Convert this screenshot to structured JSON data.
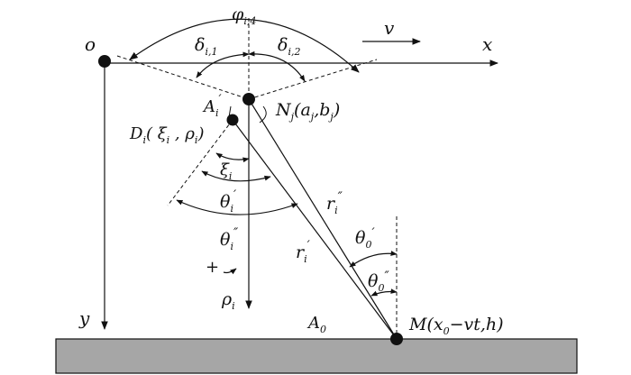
{
  "labels": {
    "origin": "o",
    "x_axis": "x",
    "y_axis": "y",
    "velocity": "v",
    "phi": "φ",
    "phi_sub": "i,4",
    "delta1": "δ",
    "delta1_sub": "i,1",
    "delta2": "δ",
    "delta2_sub": "i,2",
    "A_i_prime": "A",
    "A_i_prime_sub": "i",
    "A_i_prime_mark": "′",
    "N_j": "N",
    "N_j_sub": "j",
    "N_j_args": "(a",
    "N_j_args_sub1": "j",
    "N_j_args_mid": ",b",
    "N_j_args_sub2": "j",
    "N_j_close": ")",
    "D_i": "D",
    "D_i_sub": "i",
    "D_i_args": "( ξ",
    "D_i_args_sub1": "i",
    "D_i_args_mid": " , ρ",
    "D_i_args_sub2": "i",
    "D_i_close": ")",
    "xi": "ξ",
    "xi_sub": "i",
    "theta_p": "θ",
    "theta_p_sub": "i",
    "theta_p_mark": "′",
    "theta_pp": "θ",
    "theta_pp_sub": "i",
    "theta_pp_mark": "″",
    "r_pp": "r",
    "r_pp_sub": "i",
    "r_pp_mark": "″",
    "r_p": "r",
    "r_p_sub": "i",
    "r_p_mark": "′",
    "theta0_p": "θ",
    "theta0_p_sub": "0",
    "theta0_p_mark": "′",
    "theta0_pp": "θ",
    "theta0_pp_sub": "0",
    "theta0_pp_mark": "″",
    "plus": "+",
    "rho": "ρ",
    "rho_sub": "i",
    "A0": "A",
    "A0_sub": "0",
    "M": "M(x",
    "M_sub": "0",
    "M_rest": "−vt,h)"
  },
  "colors": {
    "ground": "#a6a6a6",
    "ink": "#111111"
  }
}
